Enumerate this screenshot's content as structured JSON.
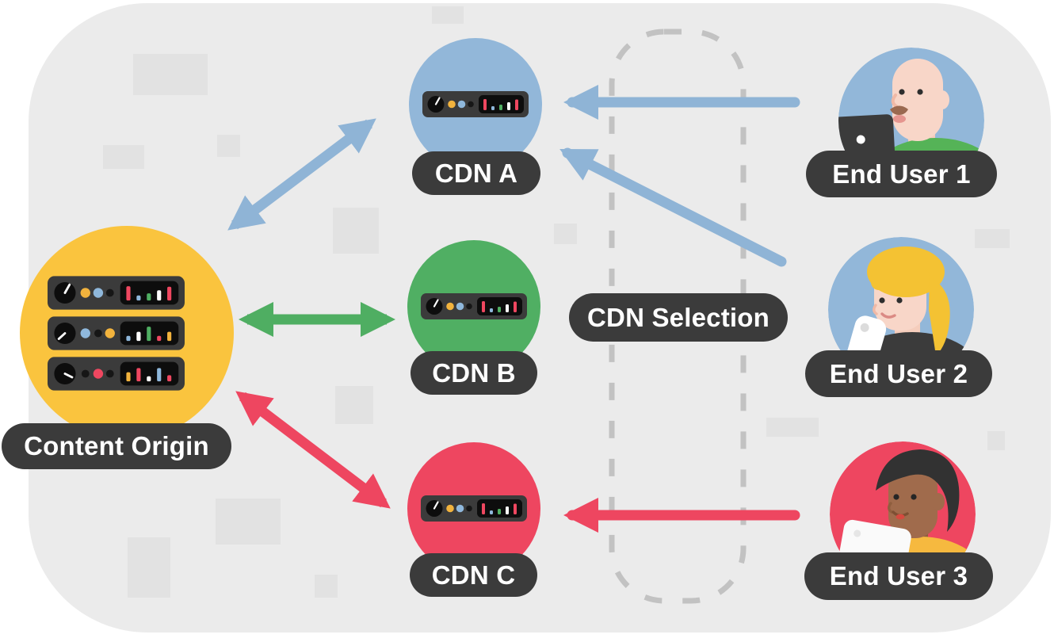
{
  "colors": {
    "background": "#EBEBEB",
    "decor_rect": "#E2E2E2",
    "label_pill": "#3B3B3B",
    "label_text": "#FFFFFF",
    "origin_yellow": "#FAC43E",
    "node_blue": "#92B7D9",
    "node_green": "#50AF63",
    "node_red": "#EE4660",
    "arrow_blue": "#8FB4D6",
    "arrow_green": "#4FAE62",
    "arrow_red": "#EE4660",
    "selection_dash": "#C2C2C2"
  },
  "nodes": {
    "content_origin": {
      "label": "Content Origin",
      "type": "origin-server-cluster",
      "circle_color": "#FAC43E"
    },
    "cdn_a": {
      "label": "CDN A",
      "type": "cdn-server",
      "circle_color": "#92B7D9"
    },
    "cdn_b": {
      "label": "CDN B",
      "type": "cdn-server",
      "circle_color": "#50AF63"
    },
    "cdn_c": {
      "label": "CDN C",
      "type": "cdn-server",
      "circle_color": "#EE4660"
    },
    "end_user_1": {
      "label": "End User 1",
      "type": "person-with-laptop",
      "circle_color": "#92B7D9"
    },
    "end_user_2": {
      "label": "End User 2",
      "type": "person-with-phone",
      "circle_color": "#92B7D9"
    },
    "end_user_3": {
      "label": "End User 3",
      "type": "person-with-tablet",
      "circle_color": "#EE4660"
    }
  },
  "selection_zone": {
    "label": "CDN Selection"
  },
  "edges": [
    {
      "from": "content_origin",
      "to": "cdn_a",
      "direction": "bidirectional",
      "color": "#8FB4D6"
    },
    {
      "from": "content_origin",
      "to": "cdn_b",
      "direction": "bidirectional",
      "color": "#4FAE62"
    },
    {
      "from": "content_origin",
      "to": "cdn_c",
      "direction": "bidirectional",
      "color": "#EE4660"
    },
    {
      "from": "end_user_1",
      "to": "cdn_a",
      "direction": "one-way",
      "color": "#8FB4D6"
    },
    {
      "from": "end_user_2",
      "to": "cdn_a",
      "direction": "one-way",
      "color": "#8FB4D6"
    },
    {
      "from": "end_user_3",
      "to": "cdn_c",
      "direction": "one-way",
      "color": "#EE4660"
    }
  ]
}
